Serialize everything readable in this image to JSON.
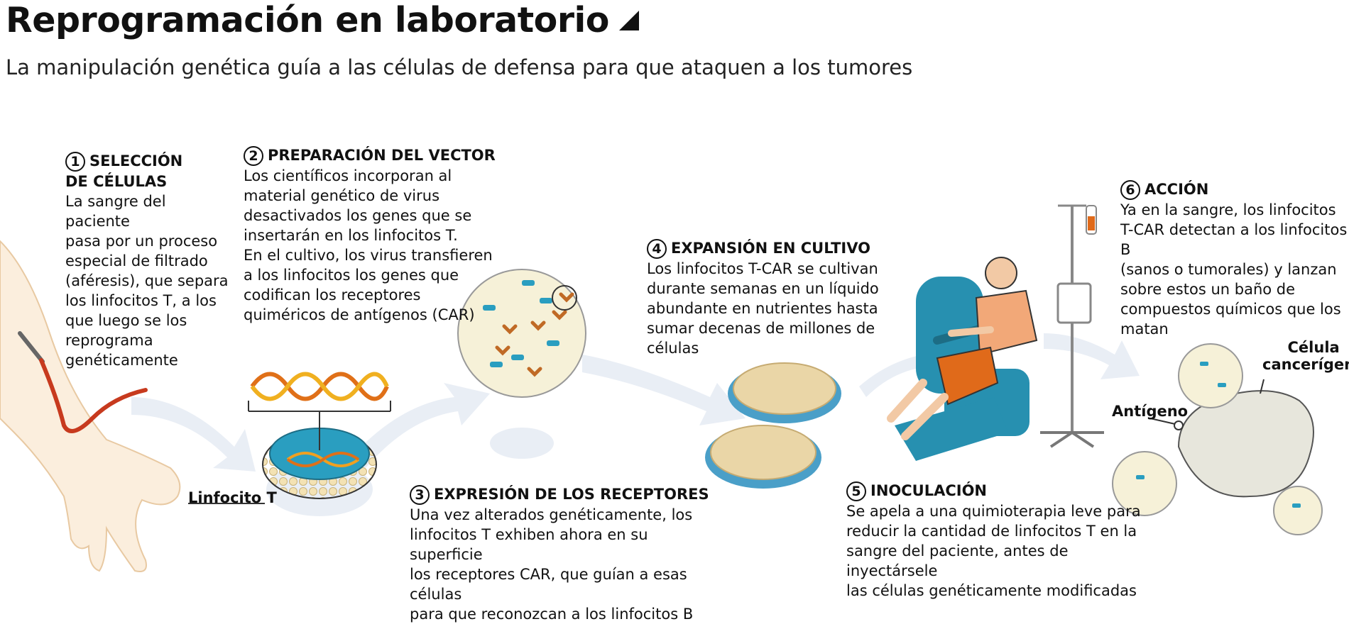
{
  "header": {
    "title": "Reprogramación en laboratorio",
    "subtitle": "La manipulación genética guía a las células de defensa para que ataquen a los tumores"
  },
  "steps": [
    {
      "number": "1",
      "title_line1": "SELECCIÓN",
      "title_line2": "DE CÉLULAS",
      "lines": [
        "La sangre del paciente",
        "pasa por un proceso",
        "especial de filtrado",
        "(aféresis), que separa",
        "los linfocitos T, a los",
        "que luego se los",
        "reprograma",
        "genéticamente"
      ]
    },
    {
      "number": "2",
      "title": "PREPARACIÓN DEL VECTOR",
      "lines": [
        "Los científicos incorporan al",
        "material genético de virus",
        "desactivados los genes que se",
        "insertarán en los linfocitos T.",
        "En el cultivo, los virus transfieren",
        "a los linfocitos los genes que",
        "codifican los receptores",
        "quiméricos de antígenos (CAR)"
      ]
    },
    {
      "number": "3",
      "title": "EXPRESIÓN DE LOS RECEPTORES",
      "lines": [
        "Una vez alterados genéticamente, los",
        "linfocitos T exhiben ahora en su superficie",
        "los receptores CAR, que guían a esas células",
        "para que reconozcan a los linfocitos B"
      ]
    },
    {
      "number": "4",
      "title": "EXPANSIÓN EN CULTIVO",
      "lines": [
        "Los linfocitos T-CAR se cultivan",
        "durante semanas en un líquido",
        "abundante en nutrientes hasta",
        "sumar decenas de millones de",
        "células"
      ]
    },
    {
      "number": "5",
      "title": "INOCULACIÓN",
      "lines": [
        "Se apela a una quimioterapia leve para",
        "reducir la cantidad de linfocitos T en la",
        "sangre del paciente, antes de inyectársele",
        "las células genéticamente modificadas"
      ]
    },
    {
      "number": "6",
      "title": "ACCIÓN",
      "lines": [
        "Ya en la sangre, los linfocitos",
        "T-CAR detectan a los linfocitos B",
        "(sanos o tumorales) y lanzan",
        "sobre estos un baño de",
        "compuestos químicos que los",
        "matan"
      ]
    }
  ],
  "labels": {
    "linfocito": "Linfocito T",
    "antigeno": "Antígeno",
    "celula_line1": "Célula",
    "celula_line2": "cancerígena"
  },
  "colors": {
    "accent_blue": "#2a9ec0",
    "dna_orange": "#f0a020",
    "cell_cream": "#f6f1d8",
    "arrow_flow": "#e9eef5",
    "chair_blue": "#2790b0",
    "shirt": "#f2a878",
    "shorts": "#e06a1a"
  }
}
